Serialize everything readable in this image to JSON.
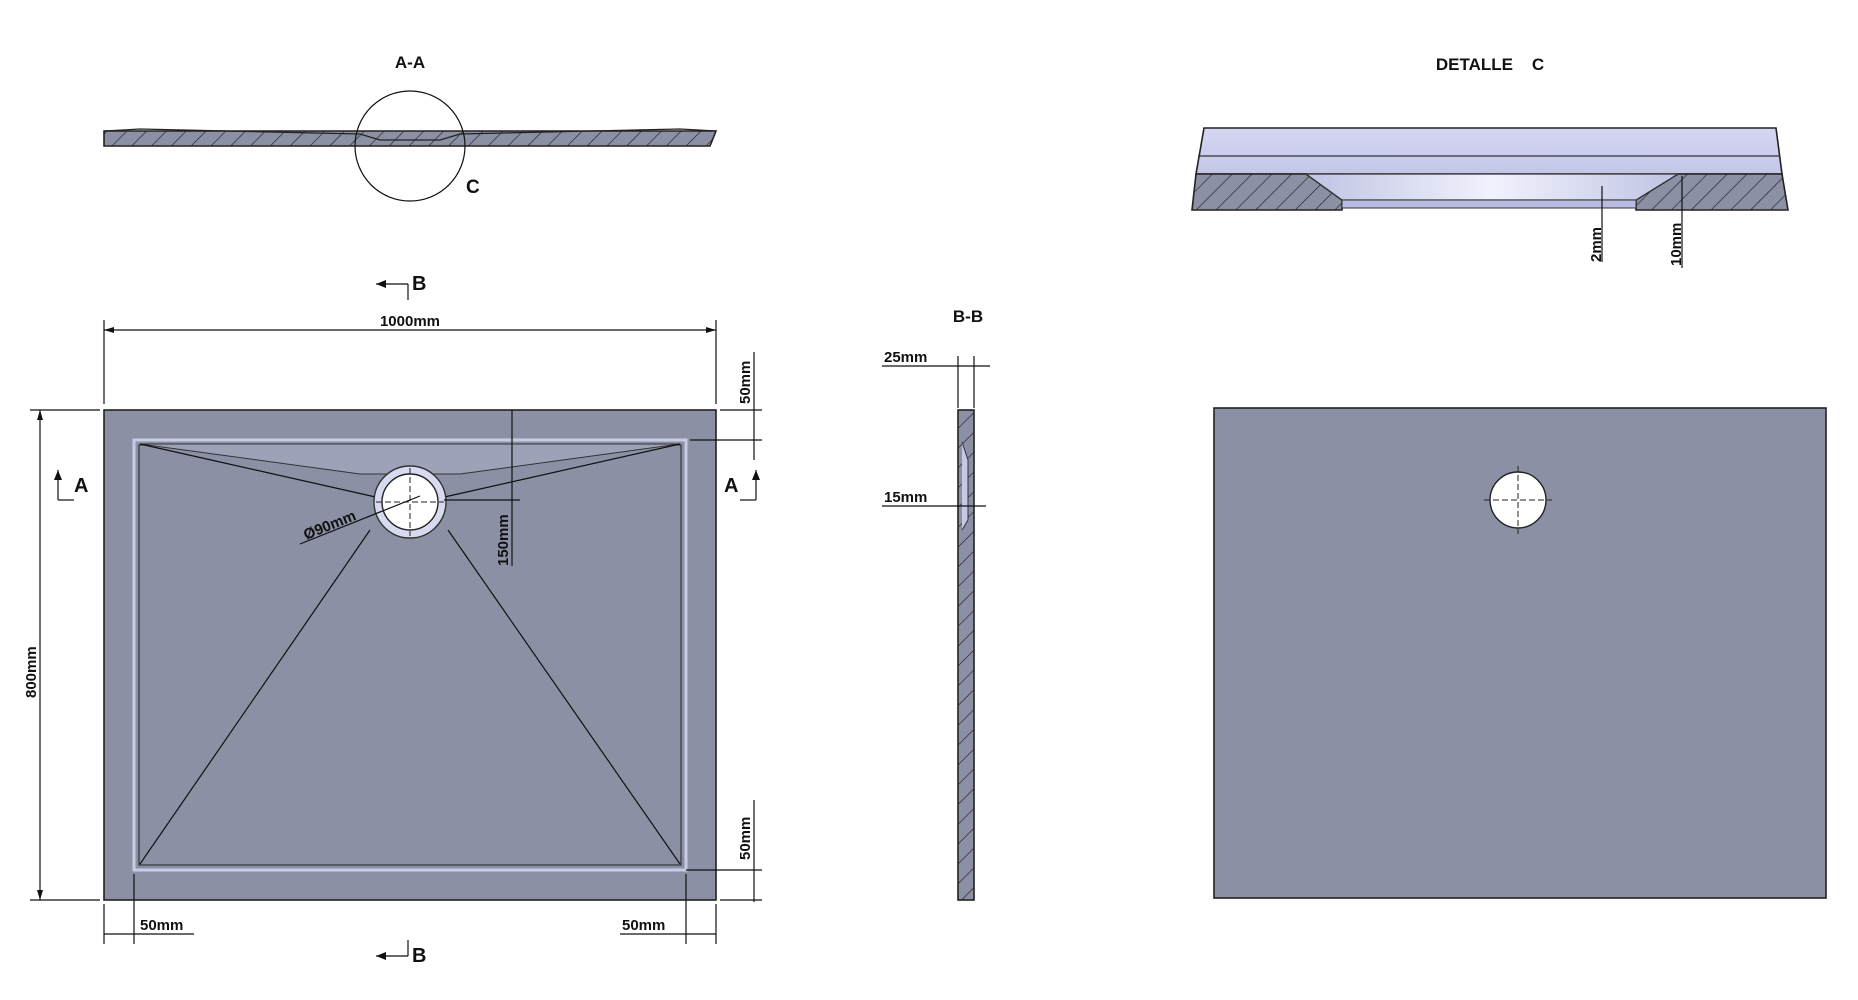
{
  "views": {
    "section_aa": {
      "title": "A-A",
      "detail_marker": "C"
    },
    "detail_c": {
      "title": "DETALLE    C",
      "dim_depth_1": "2mm",
      "dim_depth_2": "10mm"
    },
    "plan": {
      "section_marker_b": "B",
      "section_marker_a": "A",
      "dim_width": "1000mm",
      "dim_length": "800mm",
      "dim_top_margin": "50mm",
      "dim_drain_offset": "150mm",
      "dim_drain_diameter": "Ø90mm",
      "dim_bottom_margin": "50mm",
      "dim_left_margin": "50mm",
      "dim_right_margin": "50mm"
    },
    "section_bb": {
      "title": "B-B",
      "dim_total_thickness": "25mm",
      "dim_tray_thickness": "15mm"
    }
  },
  "colors": {
    "tray_fill": "#8c90a4",
    "tray_fill_light": "#c7c9e6",
    "tray_fill_highlight": "#e4e6fa",
    "line": "#111111"
  }
}
